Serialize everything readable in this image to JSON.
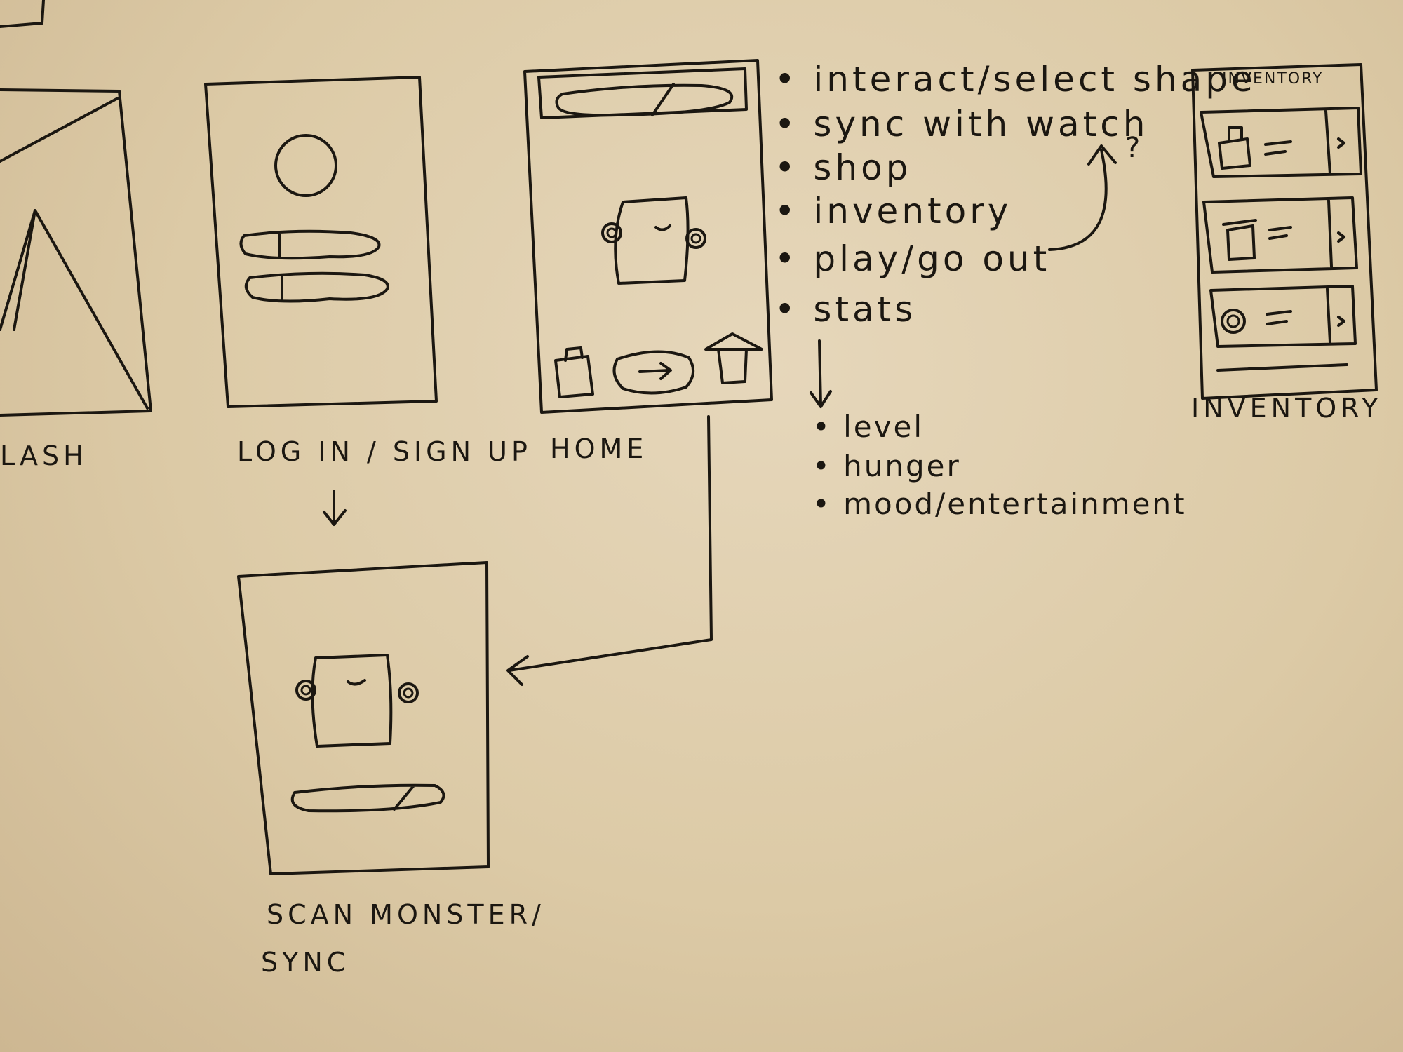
{
  "screens": {
    "splash": {
      "label": "LASH"
    },
    "login": {
      "label": "LOG IN / SIGN UP"
    },
    "home": {
      "label": "HOME"
    },
    "inventory": {
      "label": "INVENTORY",
      "header": "INVENTORY"
    },
    "scan": {
      "label_line1": "SCAN MONSTER/",
      "label_line2": "SYNC"
    }
  },
  "home_features": [
    "interact/select shape",
    "sync with watch",
    "shop",
    "inventory",
    "play/go out",
    "stats"
  ],
  "question_mark": "?",
  "stats_items": [
    "level",
    "hunger",
    "mood/entertainment"
  ],
  "ink_color": "#1b1711"
}
